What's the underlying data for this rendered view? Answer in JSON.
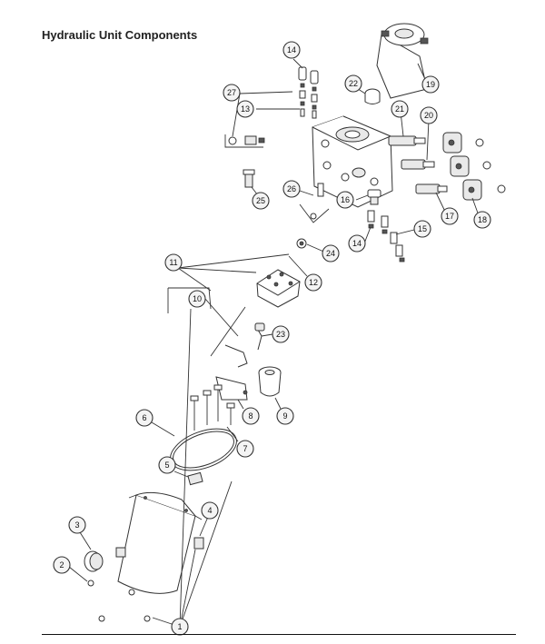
{
  "title": "Hydraulic Unit Components",
  "colors": {
    "line": "#333333",
    "callout_fill": "#f4f4f4",
    "title": "#222222"
  },
  "callouts": [
    {
      "id": "c1",
      "label": "1"
    },
    {
      "id": "c2",
      "label": "2"
    },
    {
      "id": "c3",
      "label": "3"
    },
    {
      "id": "c4",
      "label": "4"
    },
    {
      "id": "c5",
      "label": "5"
    },
    {
      "id": "c6",
      "label": "6"
    },
    {
      "id": "c7",
      "label": "7"
    },
    {
      "id": "c8",
      "label": "8"
    },
    {
      "id": "c9",
      "label": "9"
    },
    {
      "id": "c10",
      "label": "10"
    },
    {
      "id": "c11",
      "label": "11"
    },
    {
      "id": "c12",
      "label": "12"
    },
    {
      "id": "c13",
      "label": "13"
    },
    {
      "id": "c14a",
      "label": "14"
    },
    {
      "id": "c14b",
      "label": "14"
    },
    {
      "id": "c15",
      "label": "15"
    },
    {
      "id": "c16",
      "label": "16"
    },
    {
      "id": "c17",
      "label": "17"
    },
    {
      "id": "c18",
      "label": "18"
    },
    {
      "id": "c19",
      "label": "19"
    },
    {
      "id": "c20",
      "label": "20"
    },
    {
      "id": "c21",
      "label": "21"
    },
    {
      "id": "c22",
      "label": "22"
    },
    {
      "id": "c23",
      "label": "23"
    },
    {
      "id": "c24",
      "label": "24"
    },
    {
      "id": "c25",
      "label": "25"
    },
    {
      "id": "c26",
      "label": "26"
    },
    {
      "id": "c27",
      "label": "27"
    }
  ]
}
